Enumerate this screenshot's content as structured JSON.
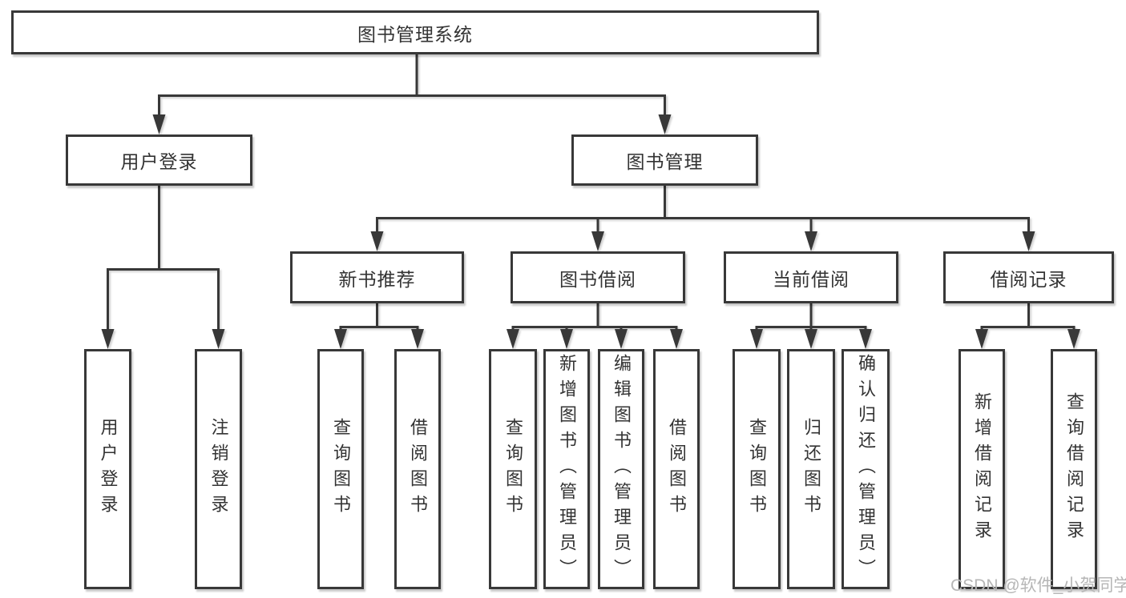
{
  "diagram": {
    "root": "图书管理系统",
    "user_login": {
      "label": "用户登录",
      "children": [
        "用户登录",
        "注销登录"
      ]
    },
    "book_mgmt": {
      "label": "图书管理",
      "sections": [
        {
          "label": "新书推荐",
          "children": [
            "查询图书",
            "借阅图书"
          ]
        },
        {
          "label": "图书借阅",
          "children": [
            "查询图书",
            "新增图书（管理员）",
            "编辑图书（管理员）",
            "借阅图书"
          ]
        },
        {
          "label": "当前借阅",
          "children": [
            "查询图书",
            "归还图书",
            "确认归还（管理员）"
          ]
        },
        {
          "label": "借阅记录",
          "children": [
            "新增借阅记录",
            "查询借阅记录"
          ]
        }
      ]
    }
  },
  "watermark": "CSDN @软件_小贺同学",
  "colors": {
    "line": "#383838",
    "box_border": "#383838",
    "text": "#333333",
    "watermark": "#b6b6b6",
    "background": "#ffffff"
  }
}
